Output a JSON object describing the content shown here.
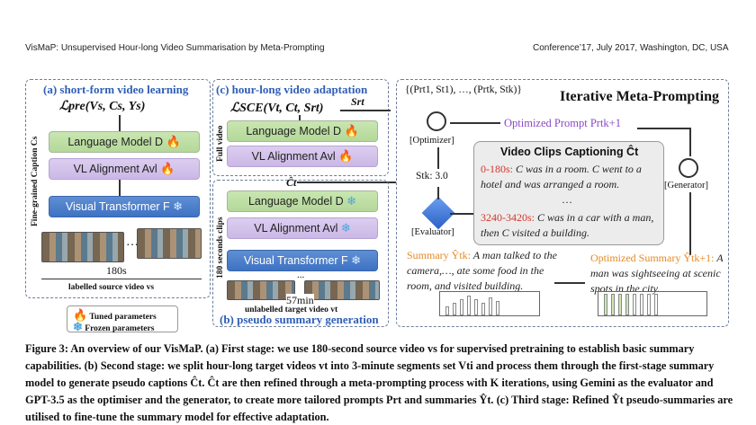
{
  "header": {
    "left": "VisMaP: Unsupervised Hour-long Video Summarisation by Meta-Prompting",
    "right": "Conference’17, July 2017, Washington, DC, USA"
  },
  "panel_a": {
    "title": "(a) short-form video learning",
    "loss": "ℒpre(Vs, Cs, Ys)",
    "side_label": "Fine-grained Caption Cs",
    "lm": "Language Model D",
    "vl": "VL Alignment Avl",
    "vt": "Visual Transformer F",
    "duration": "180s",
    "video_label": "labelled source video vs"
  },
  "panel_c": {
    "title": "(c) hour-long video adaptation",
    "loss": "ℒSCE(Vt, Ct, Srt)",
    "sr": "Srt",
    "side_label": "Full video",
    "lm": "Language Model D",
    "vl": "VL Alignment Avl",
    "ct_hat": "Ĉt"
  },
  "panel_b": {
    "title": "(b) pseudo summary generation",
    "side_label": "180 seconds clips",
    "lm": "Language Model D",
    "vl": "VL Alignment Avl",
    "vt": "Visual Transformer F",
    "ellipsis": "...",
    "duration": "57min",
    "video_label": "unlabelled target video vt"
  },
  "legend": {
    "tuned": "Tuned parameters",
    "frozen": "Frozen parameters"
  },
  "meta": {
    "title": "Iterative Meta-Prompting",
    "prompt_set": "{(Prt1, St1), …, (Prtk, Stk)}",
    "optimizer": "[Optimizer]",
    "optimized_prompt": "Optimized Prompt Prtk+1",
    "generator": "[Generator]",
    "evaluator": "[Evaluator]",
    "score": "Stk: 3.0",
    "clip_title": "Video Clips Captioning Ĉt",
    "cap1_time": "0-180s:",
    "cap1_text": "C was in a room. C went to a  hotel and was arranged a room.",
    "cap_ellipsis": "…",
    "cap2_time": "3240-3420s:",
    "cap2_text": "C was in a car with a man, then C visited a building.",
    "summary_label": "Summary Ŷtk:",
    "summary_text": "A man talked to the camera,…, ate some food in the room, and visited building.",
    "opt_summary_label": "Optimized Summary Ŷtk+1:",
    "opt_summary_text": "A man was sightseeing at scenic spots in the city."
  },
  "caption": {
    "text": "Figure 3: An overview of our VisMaP. (a) First stage: we use 180-second source video vs for supervised pretraining to establish basic summary capabilities. (b) Second stage: we split hour-long target videos vt into 3-minute segments set Vti and process them through the first-stage summary model to generate pseudo captions Ĉt. Ĉt are then refined through a meta-prompting process with K iterations, using Gemini as the evaluator and GPT-3.5 as the optimiser and the generator, to create more tailored prompts Prt and summaries Ŷt. (c) Third stage: Refined Ŷt pseudo-summaries are utilised to fine-tune the summary model for effective adaptation."
  },
  "colors": {
    "title_blue": "#2f5fb5",
    "lm_green": "#c9e6b1",
    "vl_purple": "#dccdf0",
    "vt_blue": "#3e72c3",
    "tuned_orange": "#e8641c",
    "frozen_blue": "#4aa7de",
    "timestamp_red": "#d2352b",
    "summary_orange": "#e48a28",
    "prompt_purple": "#8a48c7"
  }
}
